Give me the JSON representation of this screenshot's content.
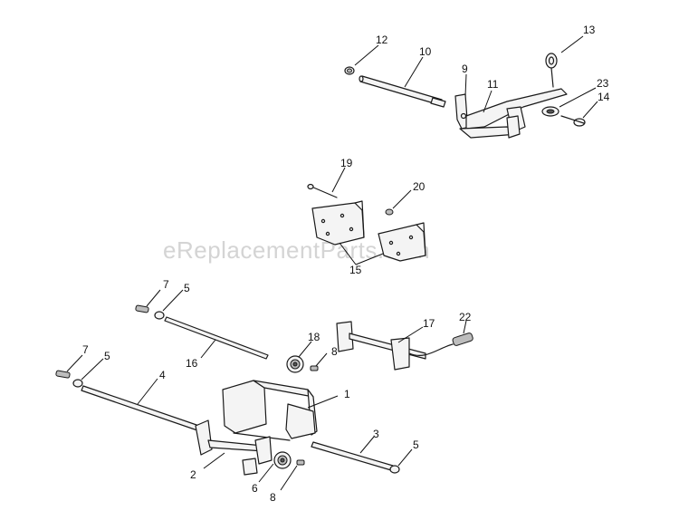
{
  "watermark": "eReplacementParts.com",
  "callouts": [
    {
      "id": "c12",
      "text": "12"
    },
    {
      "id": "c10",
      "text": "10"
    },
    {
      "id": "c9",
      "text": "9"
    },
    {
      "id": "c11",
      "text": "11"
    },
    {
      "id": "c13",
      "text": "13"
    },
    {
      "id": "c23",
      "text": "23"
    },
    {
      "id": "c14",
      "text": "14"
    },
    {
      "id": "c19",
      "text": "19"
    },
    {
      "id": "c20",
      "text": "20"
    },
    {
      "id": "c15",
      "text": "15"
    },
    {
      "id": "c7a",
      "text": "7"
    },
    {
      "id": "c5a",
      "text": "5"
    },
    {
      "id": "c17",
      "text": "17"
    },
    {
      "id": "c22",
      "text": "22"
    },
    {
      "id": "c18",
      "text": "18"
    },
    {
      "id": "c8a",
      "text": "8"
    },
    {
      "id": "c16",
      "text": "16"
    },
    {
      "id": "c7b",
      "text": "7"
    },
    {
      "id": "c5b",
      "text": "5"
    },
    {
      "id": "c4",
      "text": "4"
    },
    {
      "id": "c1",
      "text": "1"
    },
    {
      "id": "c3",
      "text": "3"
    },
    {
      "id": "c5c",
      "text": "5"
    },
    {
      "id": "c2",
      "text": "2"
    },
    {
      "id": "c6",
      "text": "6"
    },
    {
      "id": "c8b",
      "text": "8"
    }
  ]
}
